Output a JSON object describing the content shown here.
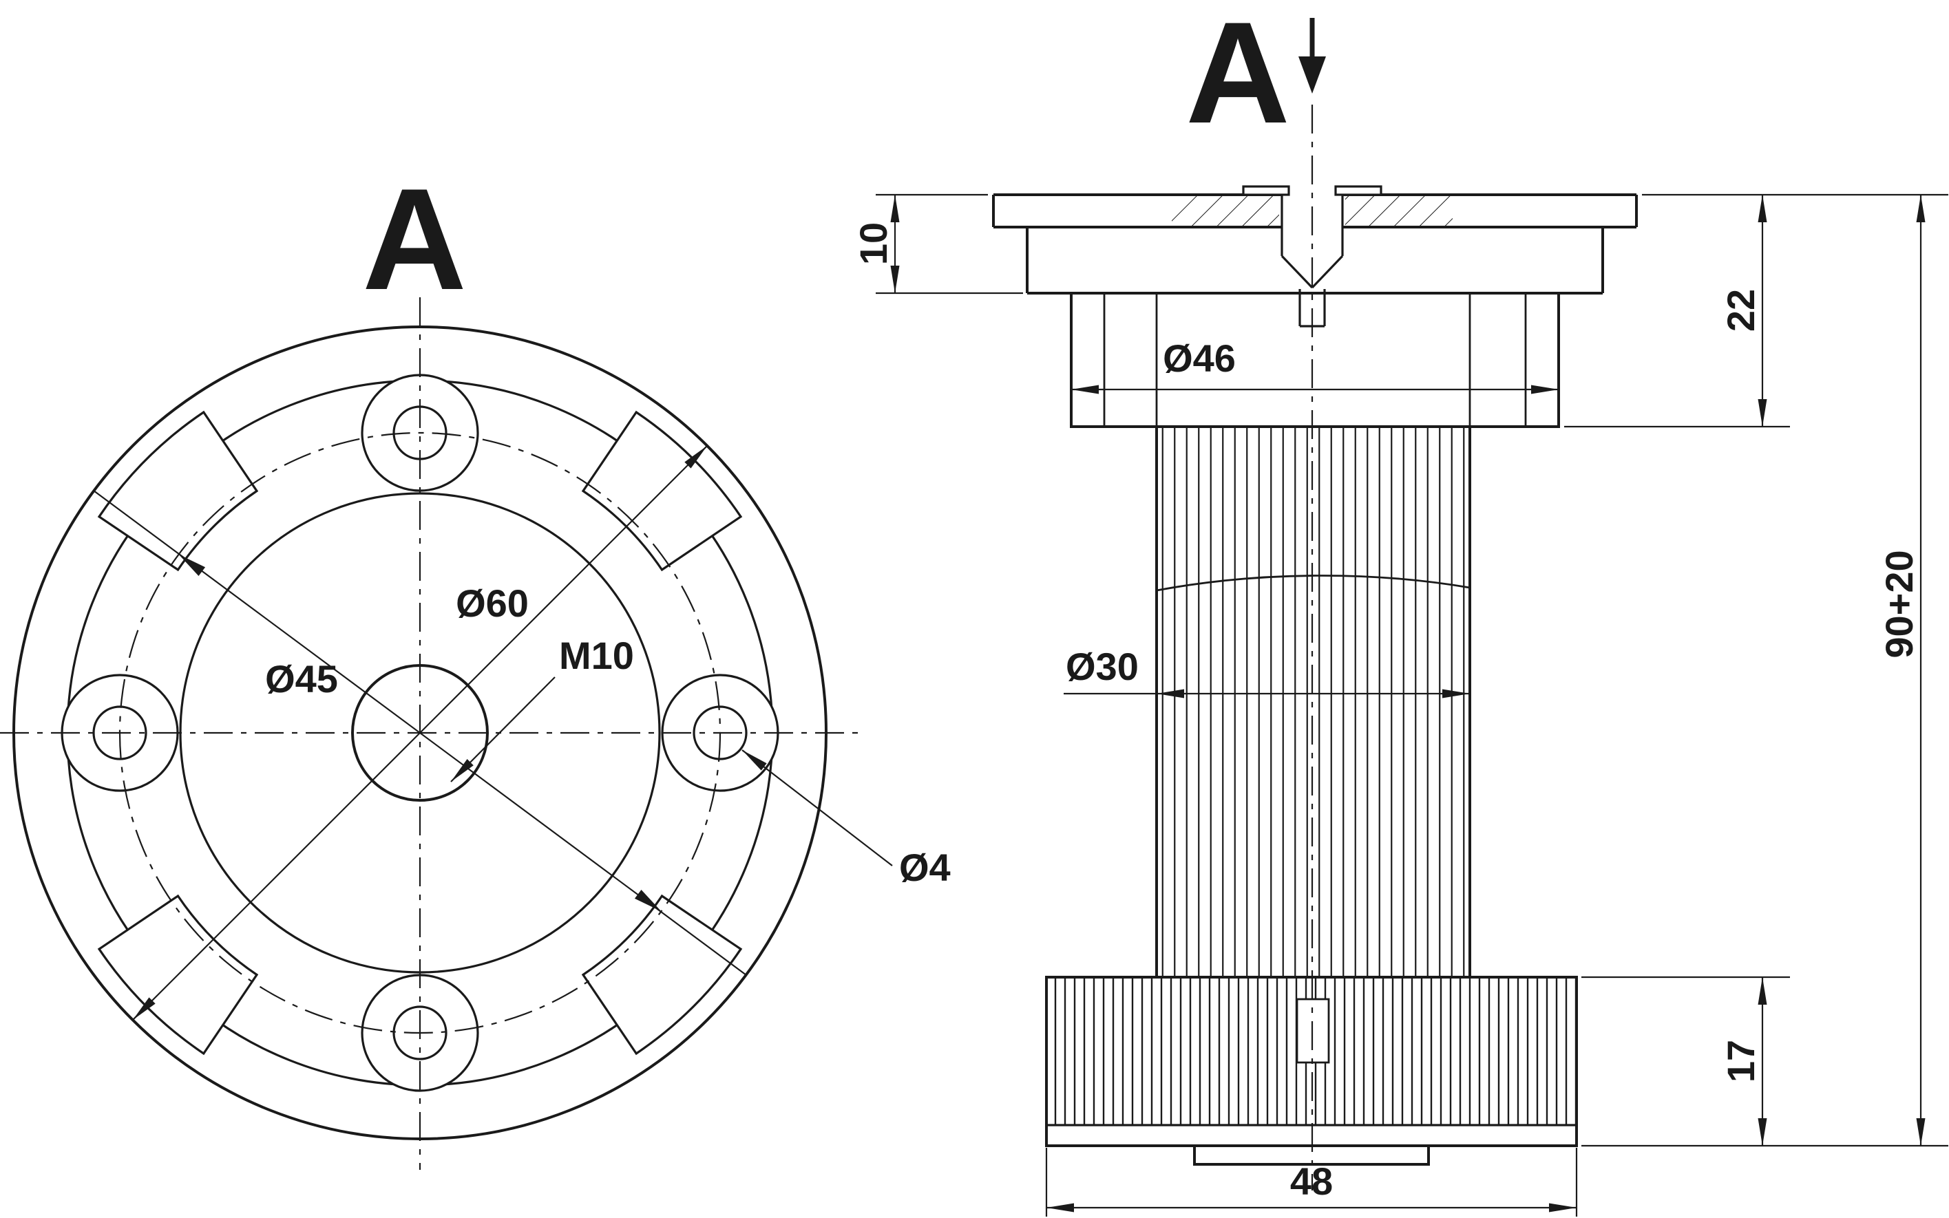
{
  "sheet": {
    "paper_color": "#ffffff",
    "ink_color": "#1a1a1a"
  },
  "top_view": {
    "view_label": "A",
    "dim_outer_diameter": "Ø60",
    "dim_bolt_circle_diameter": "Ø45",
    "dim_center_thread": "M10",
    "dim_mounting_hole_diameter": "Ø4"
  },
  "side_view": {
    "section_label": "A",
    "dim_plate_thickness": "10",
    "dim_head_height": "22",
    "dim_head_diameter": "Ø46",
    "dim_column_diameter": "Ø30",
    "dim_overall_height": "90+20",
    "dim_nut_height": "17",
    "dim_base_width": "48"
  }
}
